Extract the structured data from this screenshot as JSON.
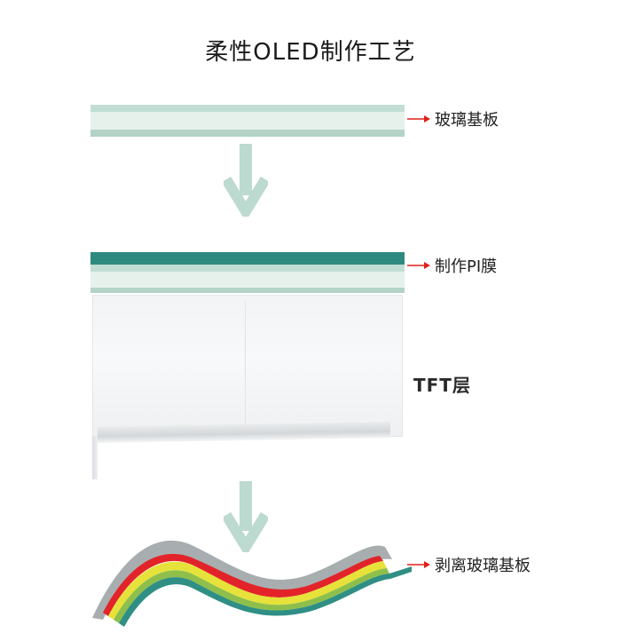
{
  "title": "柔性OLED制作工艺",
  "steps": [
    {
      "label": "玻璃基板"
    },
    {
      "label": "制作PI膜"
    },
    {
      "label": "TFT层"
    },
    {
      "label": "剥离玻璃基板"
    }
  ],
  "colors": {
    "glass_light": "#cfe4dc",
    "glass_mid": "#b6d4c9",
    "pi_teal": "#2e8a7f",
    "arrow_green": "#b9d8cc",
    "label_arrow_red": "#e0201a",
    "flex_gray": "#a8aeb0",
    "flex_red": "#e2242a",
    "flex_yellow": "#e6e23a",
    "flex_green": "#8fbf4b",
    "flex_teal": "#2f8f85"
  },
  "icons": [
    "down-arrow-icon",
    "red-right-arrow-icon"
  ]
}
